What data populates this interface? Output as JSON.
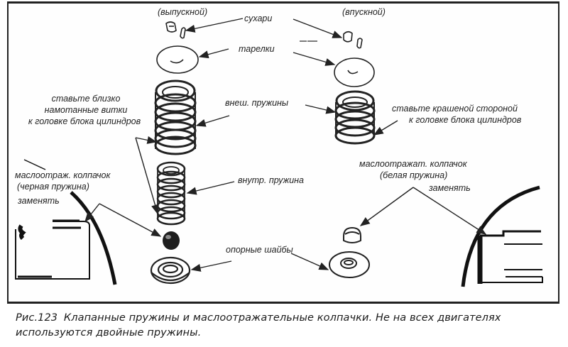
{
  "figure": {
    "number": "Рис.123",
    "caption": "Клапанные пружины и маслоотражательные колпачки. Не на всех двигателях используются двойные пружины."
  },
  "labels": {
    "exhaust": "(выпускной)",
    "intake": "(впускной)",
    "keepers": "сухари",
    "retainers": "тарелки",
    "outer_springs": "внеш. пружины",
    "inner_spring": "внутр. пружина",
    "spring_seats": "опорные шайбы",
    "left_note_line1": "ставьте близко",
    "left_note_line2": "намотанные витки",
    "left_note_line3": "к головке блока цилиндров",
    "right_note_line1": "ставьте крашеной стороной",
    "right_note_line2": "к головке блока цилиндров",
    "left_seal_line1": "маслоотраж. колпачок",
    "left_seal_line2": "(черная пружина)",
    "left_replace": "заменять",
    "right_seal_line1": "маслоотражат. колпачок",
    "right_seal_line2": "(белая пружина)",
    "right_replace": "заменять"
  }
}
